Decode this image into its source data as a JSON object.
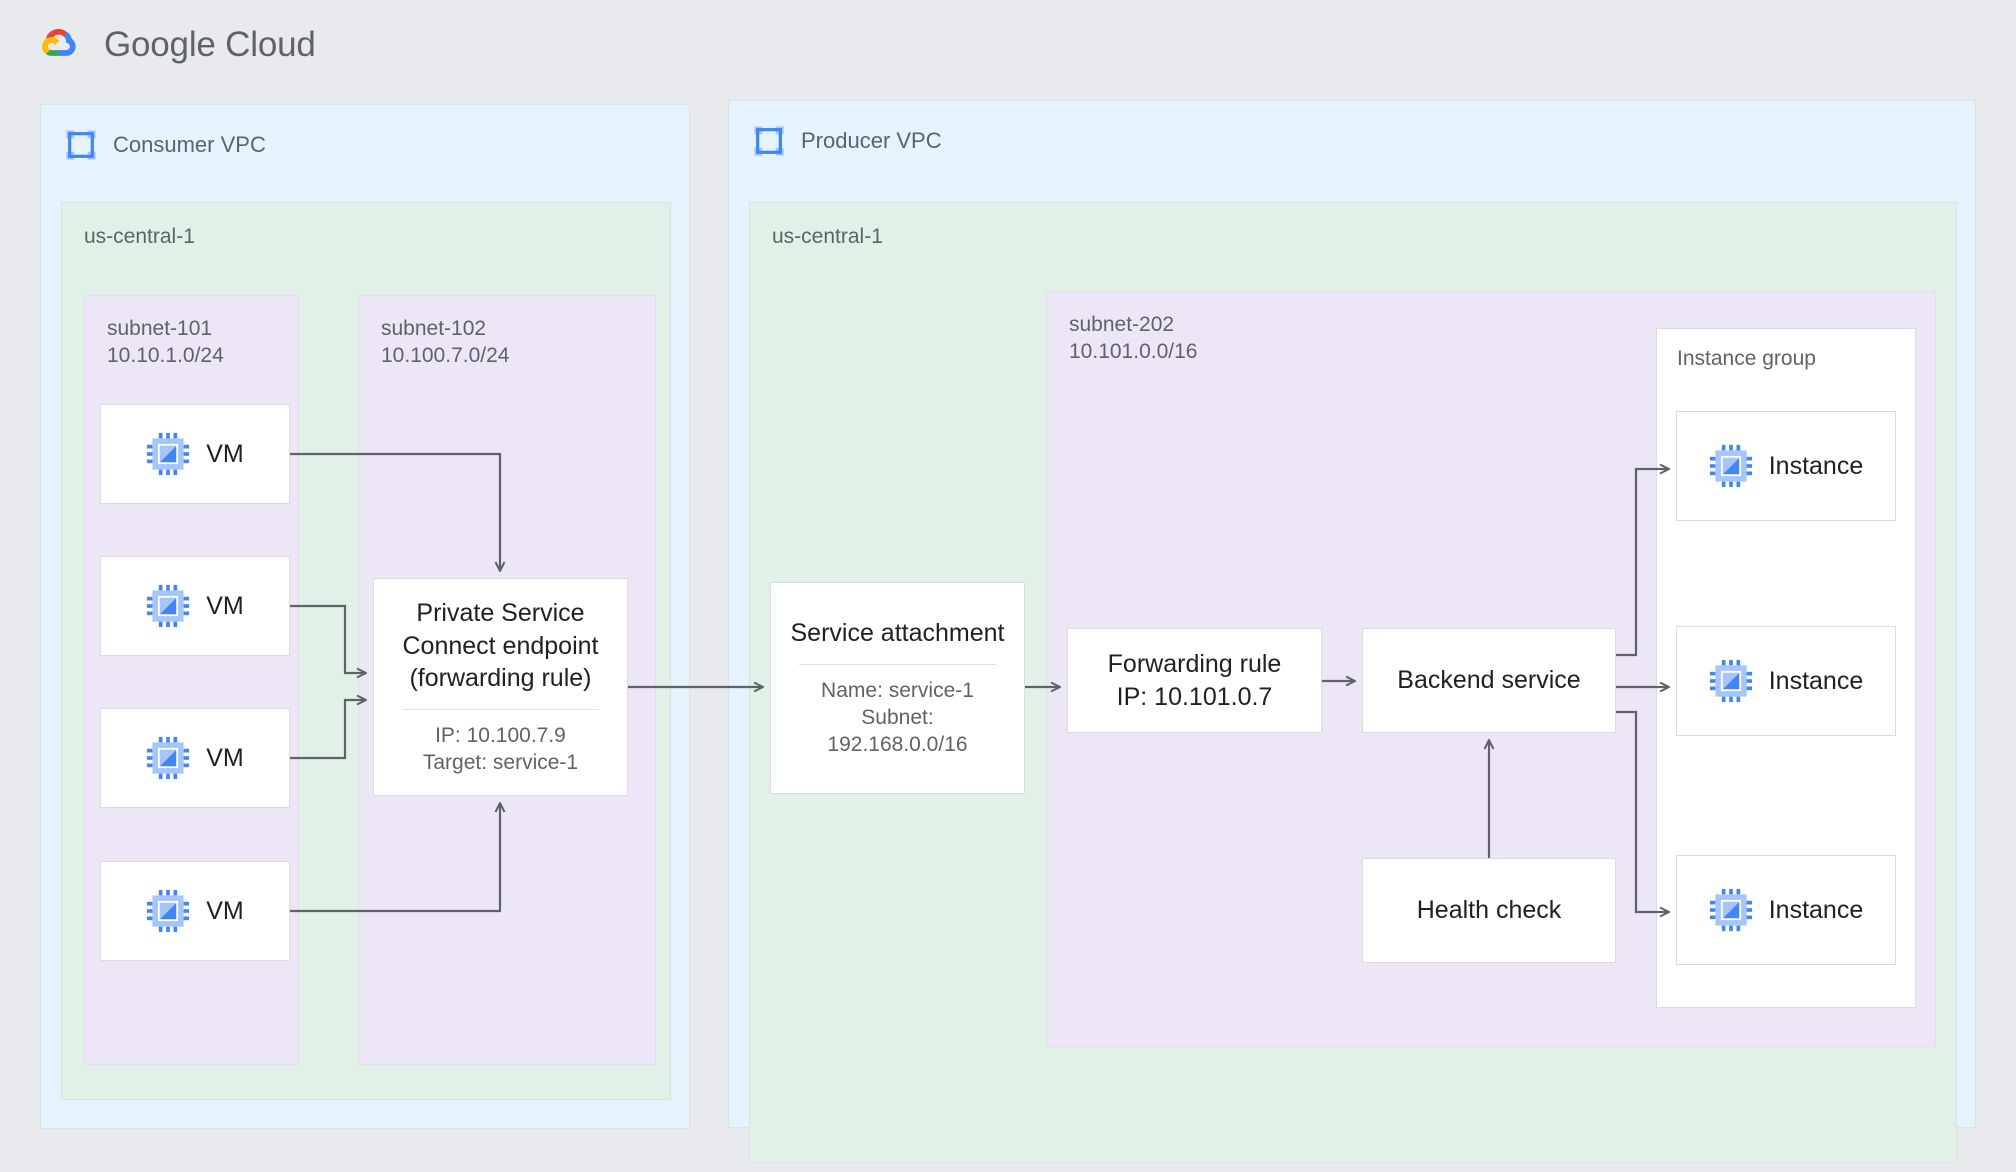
{
  "brand": {
    "name": "Google Cloud",
    "logo_icon": "google-cloud-logo"
  },
  "consumer_vpc": {
    "title": "Consumer VPC",
    "icon": "vpc-network-icon",
    "region": "us-central-1",
    "subnets": [
      {
        "name": "subnet-101",
        "cidr": "10.10.1.0/24"
      },
      {
        "name": "subnet-102",
        "cidr": "10.100.7.0/24"
      }
    ],
    "vms": [
      {
        "label": "VM",
        "icon": "vm-chip-icon"
      },
      {
        "label": "VM",
        "icon": "vm-chip-icon"
      },
      {
        "label": "VM",
        "icon": "vm-chip-icon"
      },
      {
        "label": "VM",
        "icon": "vm-chip-icon"
      }
    ],
    "psc_endpoint": {
      "title_line_1": "Private Service",
      "title_line_2": "Connect endpoint",
      "title_line_3": "(forwarding rule)",
      "detail_line_1": "IP: 10.100.7.9",
      "detail_line_2": "Target: service-1"
    }
  },
  "producer_vpc": {
    "title": "Producer VPC",
    "icon": "vpc-network-icon",
    "region": "us-central-1",
    "subnet": {
      "name": "subnet-202",
      "cidr": "10.101.0.0/16"
    },
    "service_attachment": {
      "title": "Service attachment",
      "detail_line_1": "Name: service-1",
      "detail_line_2": "Subnet:",
      "detail_line_3": "192.168.0.0/16"
    },
    "forwarding_rule": {
      "title": "Forwarding rule",
      "detail": "IP: 10.101.0.7"
    },
    "backend_service": {
      "title": "Backend service"
    },
    "health_check": {
      "title": "Health check"
    },
    "instance_group": {
      "label": "Instance group",
      "instances": [
        {
          "label": "Instance",
          "icon": "vm-chip-icon"
        },
        {
          "label": "Instance",
          "icon": "vm-chip-icon"
        },
        {
          "label": "Instance",
          "icon": "vm-chip-icon"
        }
      ]
    }
  },
  "colors": {
    "page_background": "#e8eaed",
    "vpc_fill": "#e4f3fd",
    "region_fill": "#e2f1e8",
    "subnet_fill": "#ece6f6",
    "node_fill": "#ffffff",
    "node_border": "#dadce0",
    "connector": "#5f6368",
    "text_primary": "#202124",
    "text_secondary": "#5f6368",
    "icon_blue": "#4285f4",
    "icon_blue_light": "#a6c5fa"
  }
}
